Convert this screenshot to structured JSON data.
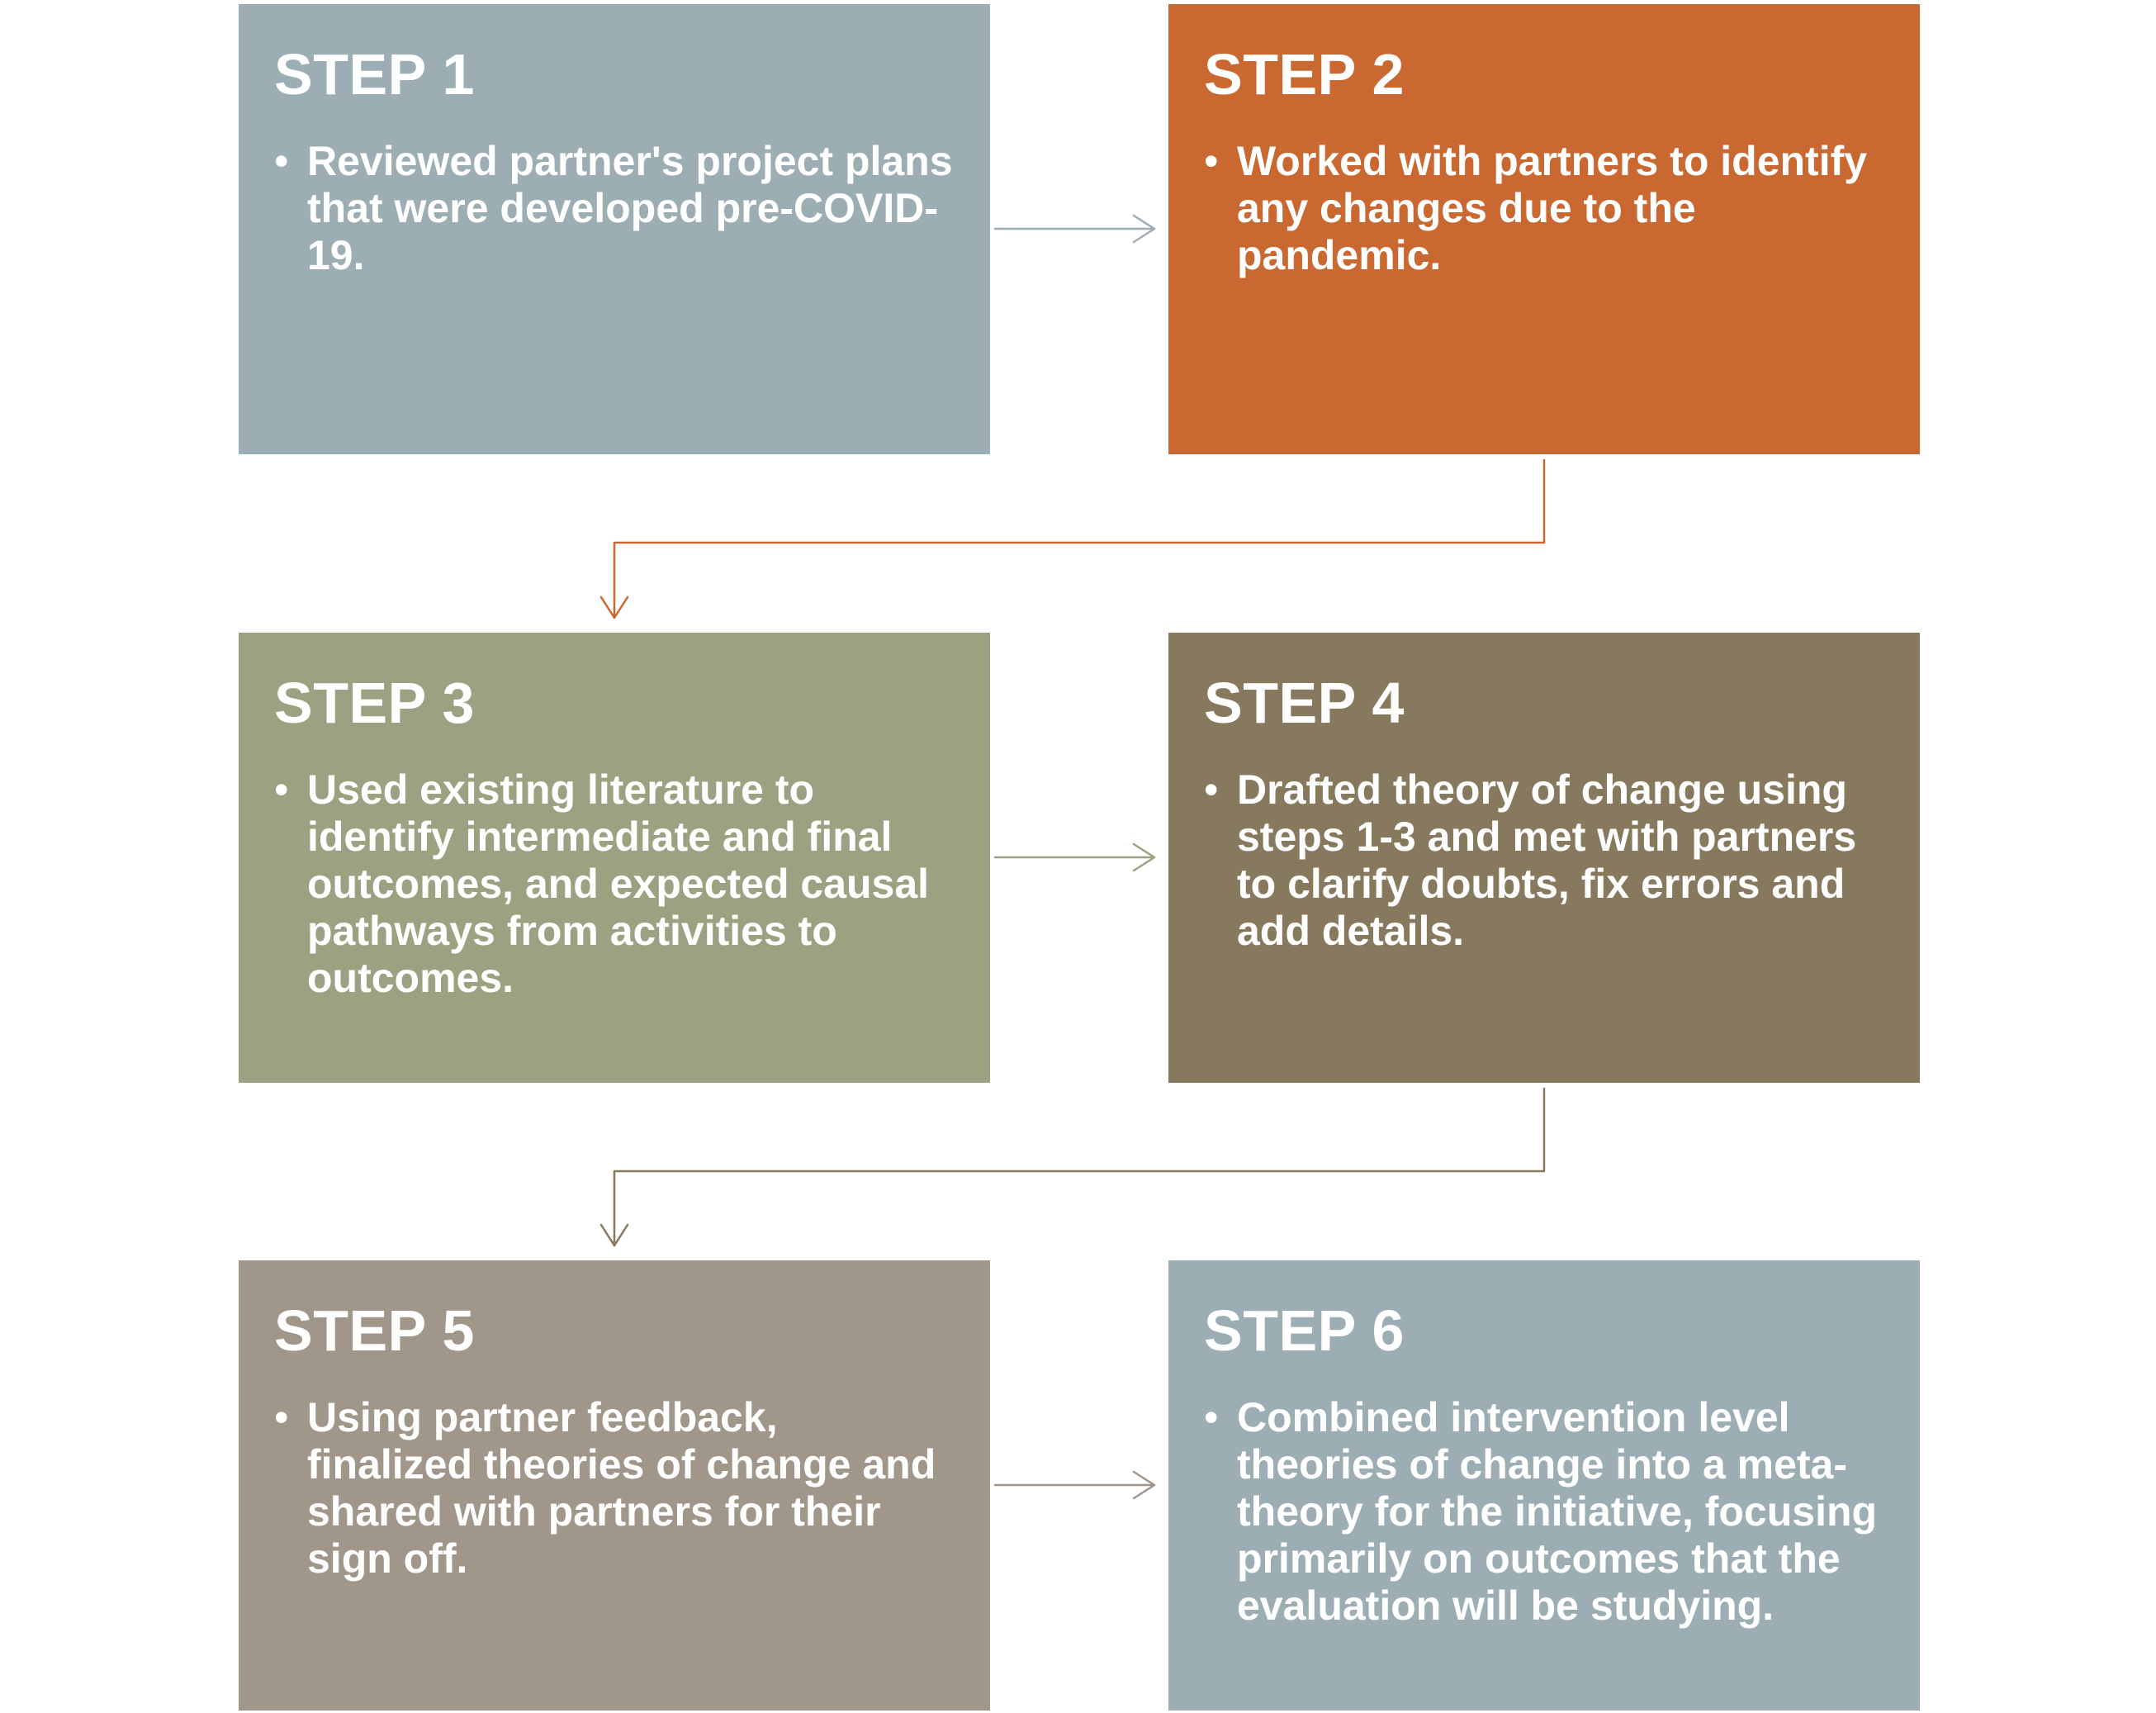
{
  "steps": [
    {
      "title": "STEP 1",
      "text": "Reviewed partner's project plans that were developed pre-COVID-19.",
      "color": "#9cadb3"
    },
    {
      "title": "STEP 2",
      "text": "Worked with partners to identify any changes due to the pandemic.",
      "color": "#c96831"
    },
    {
      "title": "STEP 3",
      "text": "Used existing literature to identify intermediate and final outcomes, and expected causal pathways from activities to outcomes.",
      "color": "#9ca281"
    },
    {
      "title": "STEP 4",
      "text": "Drafted theory of change using steps 1-3 and met with partners to clarify doubts, fix errors and add details.",
      "color": "#87795d"
    },
    {
      "title": "STEP 5",
      "text": "Using partner feedback, finalized theories of change and shared with partners for their sign off.",
      "color": "#a0968a"
    },
    {
      "title": "STEP 6",
      "text": "Combined intervention level theories of change into a meta-theory for the initiative, focusing primarily on outcomes that the evaluation will be studying.",
      "color": "#9cadb3"
    }
  ],
  "bullet_glyph": "•",
  "connector_colors": {
    "step1_to_step2": "#9cadb3",
    "step2_to_step3": "#c96831",
    "step3_to_step4": "#9ca281",
    "step4_to_step5": "#87795d",
    "step5_to_step6": "#a0968a"
  }
}
